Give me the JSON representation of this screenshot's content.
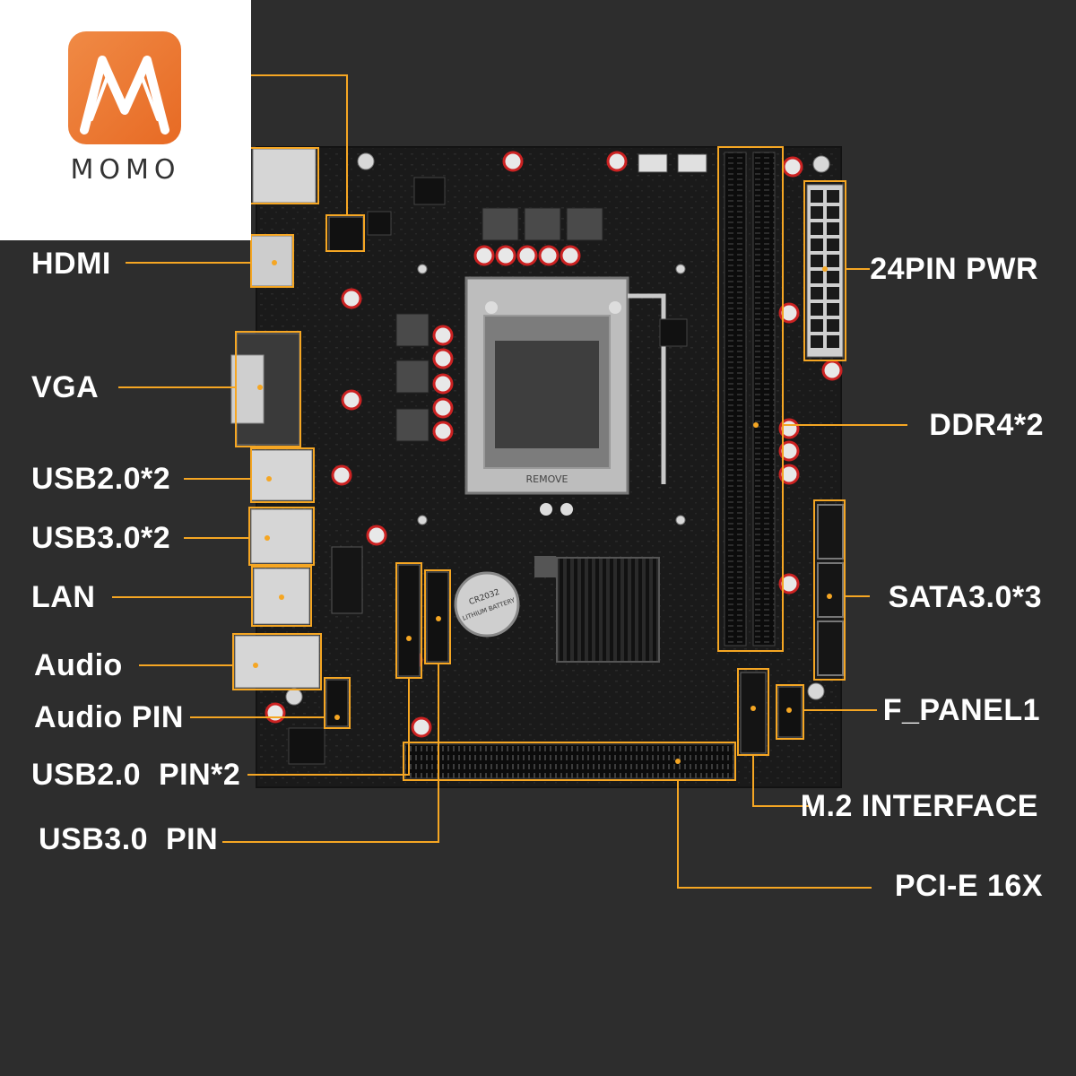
{
  "brand": {
    "name": "MOMO",
    "accent": "#f5a623"
  },
  "colors": {
    "background": "#2d2d2d",
    "leader": "#f5a623",
    "text": "#ffffff"
  },
  "labels": {
    "hdmi": "HDMI",
    "vga": "VGA",
    "usb20x2": "USB2.0*2",
    "usb30x2": "USB3.0*2",
    "lan": "LAN",
    "audio": "Audio",
    "audio_pin": "Audio PIN",
    "usb20_pin": "USB2.0  PIN*2",
    "usb30_pin": "USB3.0  PIN",
    "pwr24": "24PIN PWR",
    "ddr4": "DDR4*2",
    "sata": "SATA3.0*3",
    "fpanel": "F_PANEL1",
    "m2": "M.2 INTERFACE",
    "pcie": "PCI-E 16X"
  },
  "board_print": {
    "battery": [
      "CR2032",
      "LITHIUM BATTERY"
    ],
    "remove": "REMOVE"
  }
}
